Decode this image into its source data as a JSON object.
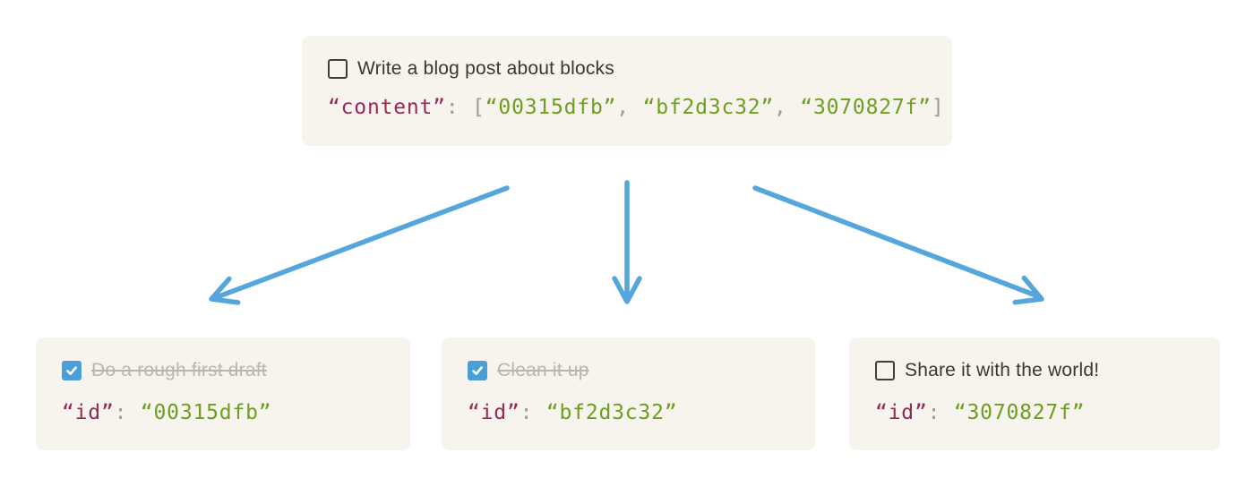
{
  "colors": {
    "card_bg": "#f7f3ed",
    "arrow": "#55a6da",
    "checkbox_checked_bg": "#4aa0d6",
    "checkbox_unchecked_border": "#403e3a",
    "title_text": "#3a3733",
    "completed_text": "#b9b5af",
    "code_key": "#93295a",
    "code_punct": "#9d9b97",
    "code_string": "#6d9e21"
  },
  "parent_block": {
    "checkbox_checked": false,
    "title": "Write a blog post about blocks",
    "code": {
      "key": "“content”",
      "colon": ": ",
      "open_bracket": "[",
      "separator": ", ",
      "close_bracket": "]",
      "items": [
        "“00315dfb”",
        "“bf2d3c32”",
        "“3070827f”"
      ]
    }
  },
  "child_blocks": [
    {
      "checkbox_checked": true,
      "title": "Do a rough first draft",
      "code": {
        "key": "“id”",
        "colon": ": ",
        "value": "“00315dfb”"
      }
    },
    {
      "checkbox_checked": true,
      "title": "Clean it up",
      "code": {
        "key": "“id”",
        "colon": ": ",
        "value": "“bf2d3c32”"
      }
    },
    {
      "checkbox_checked": false,
      "title": "Share it with the world!",
      "code": {
        "key": "“id”",
        "colon": ": ",
        "value": "“3070827f”"
      }
    }
  ]
}
